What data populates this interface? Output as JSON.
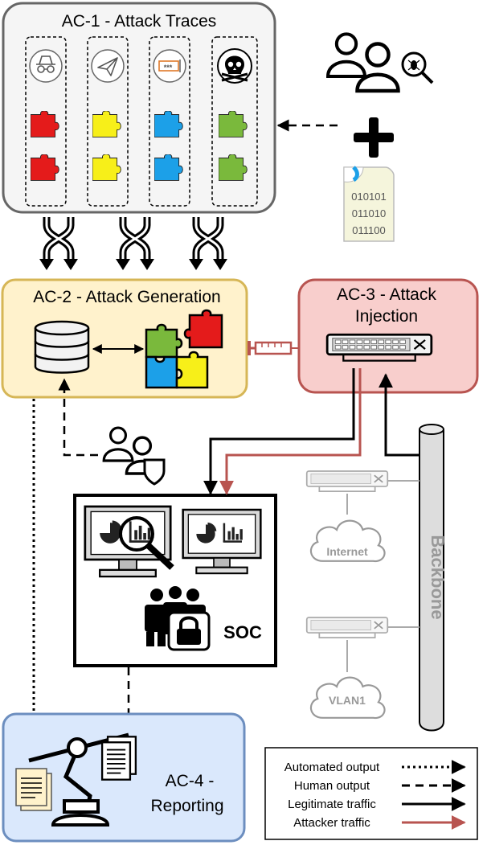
{
  "ac1": {
    "title": "AC-1 - Attack Traces",
    "columns": [
      {
        "icon": "spy-icon"
      },
      {
        "icon": "paper-plane-icon"
      },
      {
        "icon": "password-field-icon",
        "text": "***"
      },
      {
        "icon": "skull-icon"
      }
    ],
    "puzzle_colors": [
      "#e41b1b",
      "#f7ef19",
      "#1ca0e8",
      "#7ab93c"
    ]
  },
  "ac2": {
    "title": "AC-2 - Attack Generation"
  },
  "ac3": {
    "title_line1": "AC-3 - Attack",
    "title_line2": "Injection"
  },
  "ac4": {
    "title_line1": "AC-4 -",
    "title_line2": "Reporting"
  },
  "soc": {
    "label": "SOC"
  },
  "network": {
    "internet_label": "Internet",
    "vlan_label": "VLAN1",
    "backbone_label": "Backbone"
  },
  "binary_file": {
    "lines": [
      "010101",
      "011010",
      "011100"
    ]
  },
  "legend": {
    "items": [
      {
        "label": "Automated output",
        "style": "dotted"
      },
      {
        "label": "Human output",
        "style": "dashed"
      },
      {
        "label": "Legitimate traffic",
        "style": "solid"
      },
      {
        "label": "Attacker traffic",
        "style": "attacker"
      }
    ]
  },
  "colors": {
    "ac1_fill": "#f5f5f5",
    "ac1_stroke": "#666666",
    "ac2_fill": "#fff2cc",
    "ac2_stroke": "#d6b656",
    "ac3_fill": "#f8cecc",
    "ac3_stroke": "#b85450",
    "ac4_fill": "#dae8fc",
    "ac4_stroke": "#6c8ebf",
    "attacker": "#b85450",
    "backbone": "#dddddd"
  }
}
